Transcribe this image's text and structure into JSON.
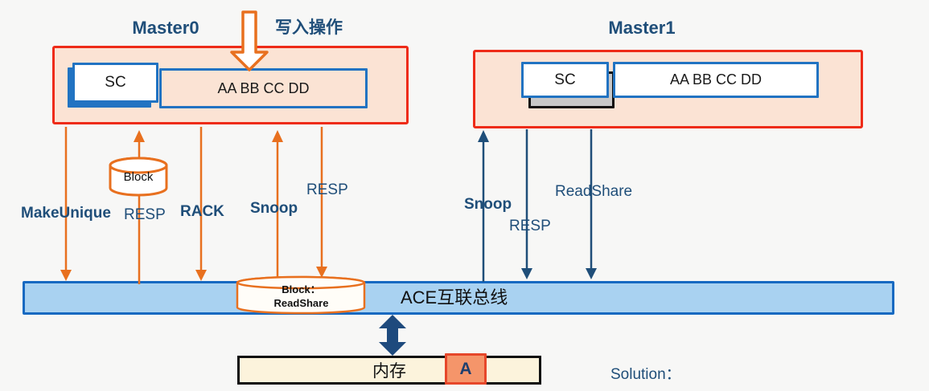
{
  "master0": {
    "title": "Master0",
    "sc": "SC",
    "cache_line": "AA BB CC DD"
  },
  "master1": {
    "title": "Master1",
    "sc": "SC",
    "cache_line": "AA BB CC DD"
  },
  "write_operation_label": "写入操作",
  "signals_master0": {
    "make_unique": "MakeUnique",
    "resp_up": "RESP",
    "rack": "RACK",
    "snoop_up": "Snoop",
    "resp_down": "RESP"
  },
  "signals_master1": {
    "snoop_up": "Snoop",
    "resp_down": "RESP",
    "read_share": "ReadShare"
  },
  "block_buffer": {
    "label": "Block"
  },
  "bus_buffer": {
    "line1": "Block：",
    "line2": "ReadShare"
  },
  "bus": {
    "label": "ACE互联总线"
  },
  "memory": {
    "label": "内存",
    "cell_a": "A"
  },
  "solution_label": "Solution：",
  "colors": {
    "accent_red": "#ee2b18",
    "master_fill": "#fbe3d4",
    "box_blue": "#2173c2",
    "navy_text": "#1f4e79",
    "orange_arrow": "#e8701f",
    "bus_fill": "#a9d2f1",
    "bus_border": "#1669c1",
    "memory_fill": "#fcf3dc",
    "cell_fill": "#f5956a",
    "shadow_gray": "#c8c8c8"
  }
}
